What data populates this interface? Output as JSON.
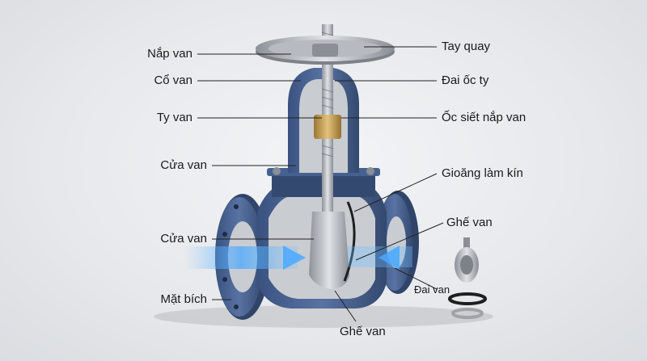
{
  "labels": {
    "nap_van": "Nắp van",
    "co_van": "Cổ van",
    "ty_van": "Ty van",
    "cua_van_1": "Cửa van",
    "cua_van_2": "Cửa van",
    "mat_bich": "Mặt bích",
    "tay_quay": "Tay quay",
    "dai_oc_ty": "Đai ốc ty",
    "oc_siet_nap_van": "Ốc siết nắp van",
    "gioang_lam_kin": "Gioăng làm kín",
    "ghe_van_right": "Ghế van",
    "dai_van": "Đai van",
    "ghe_van_bottom": "Ghế van"
  },
  "colors": {
    "body_blue": "#46618f",
    "body_dark": "#2f4468",
    "inner_grey": "#c9ccd1",
    "steel": "#a9adb3",
    "brass": "#c39b4a",
    "flow": "#4aa8ff"
  },
  "icons": [
    "handwheel-icon",
    "flow-arrow-icon",
    "gasket-ring-icon",
    "valve-disc-icon"
  ]
}
